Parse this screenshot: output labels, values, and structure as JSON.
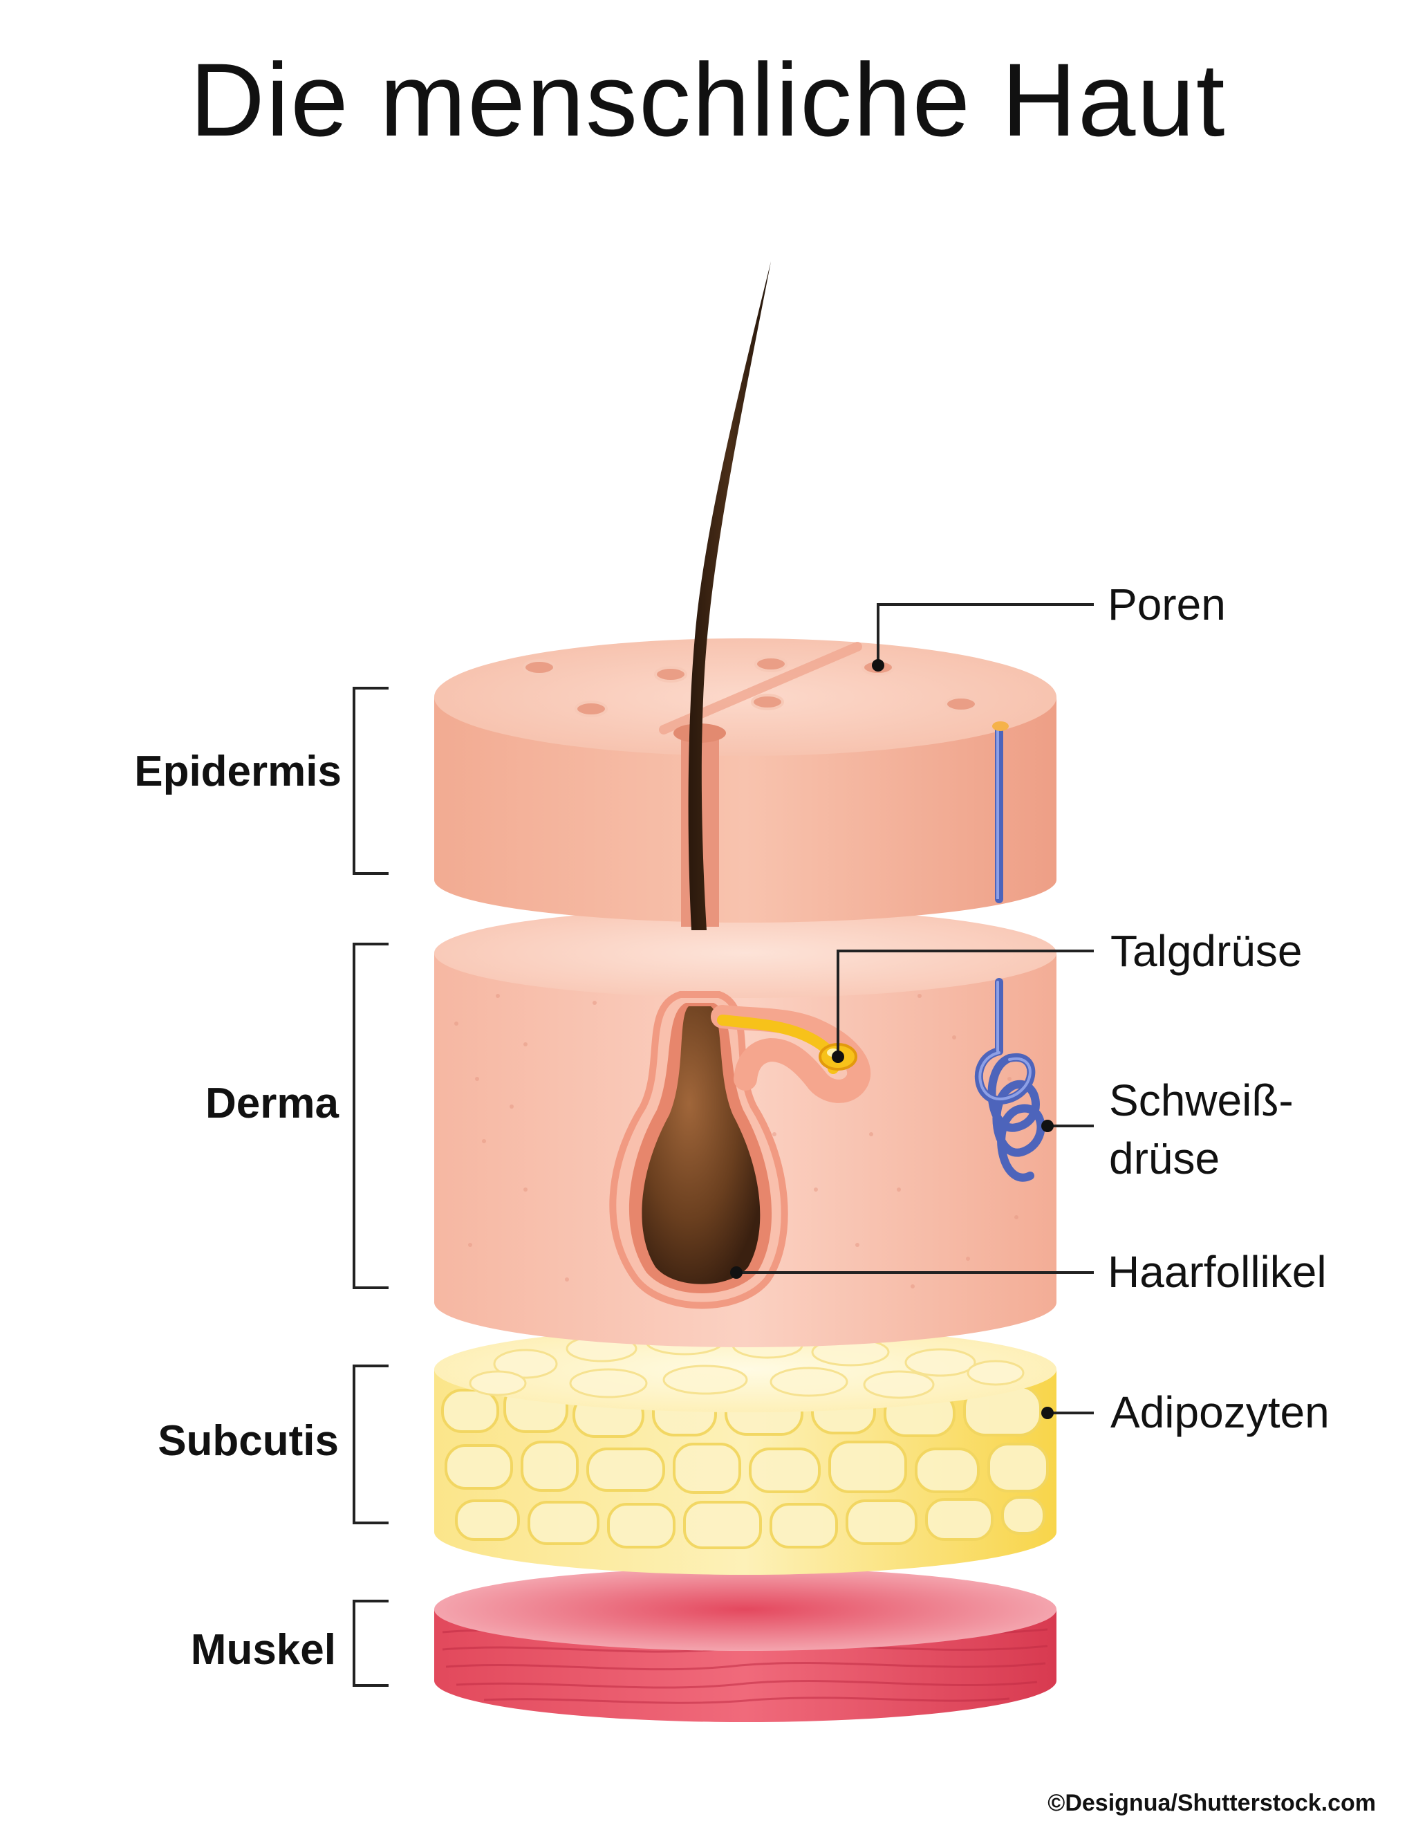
{
  "title": "Die menschliche Haut",
  "layers": {
    "epidermis": "Epidermis",
    "derma": "Derma",
    "subcutis": "Subcutis",
    "muskel": "Muskel"
  },
  "callouts": {
    "poren": "Poren",
    "talgdruese": "Talgdrüse",
    "schweissdruese_line1": "Schweiß-",
    "schweissdruese_line2": "drüse",
    "haarfollikel": "Haarfollikel",
    "adipozyten": "Adipozyten"
  },
  "credit": "©Designua/Shutterstock.com",
  "colors": {
    "epidermis": "#f5b9a2",
    "derma": "#f8c6b4",
    "subcutis": "#fbe27a",
    "muscle": "#e0485a",
    "hair": "#3a2414",
    "sweat_gland": "#5b73c8",
    "sebaceous": "#f7c21a"
  }
}
